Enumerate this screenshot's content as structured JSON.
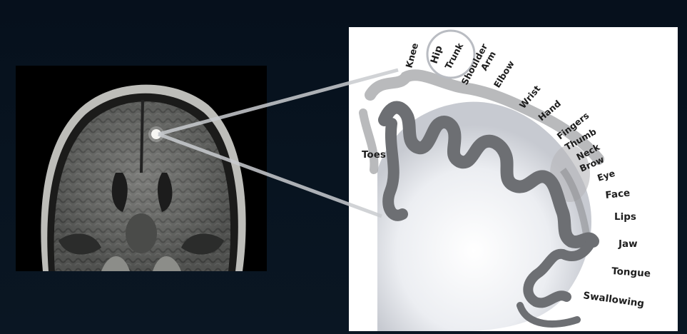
{
  "labels": {
    "knee": "Knee",
    "hip": "Hip",
    "trunk": "Trunk",
    "shoulder": "Shoulder",
    "arm": "Arm",
    "elbow": "Elbow",
    "wrist": "Wrist",
    "hand": "Hand",
    "fingers": "Fingers",
    "thumb": "Thumb",
    "neck": "Neck",
    "brow": "Brow",
    "eye": "Eye",
    "face": "Face",
    "lips": "Lips",
    "jaw": "Jaw",
    "tongue": "Tongue",
    "swallowing": "Swallowing",
    "toes": "Toes"
  },
  "colors": {
    "slide_background": "#07121e",
    "panel_background": "#ffffff",
    "cortex": "#6d6f73",
    "connector_line": "#c9ccd0",
    "highlight_circle": "#b9bcc2"
  },
  "icons": {
    "highlight_marker": "bright-spot-icon"
  }
}
